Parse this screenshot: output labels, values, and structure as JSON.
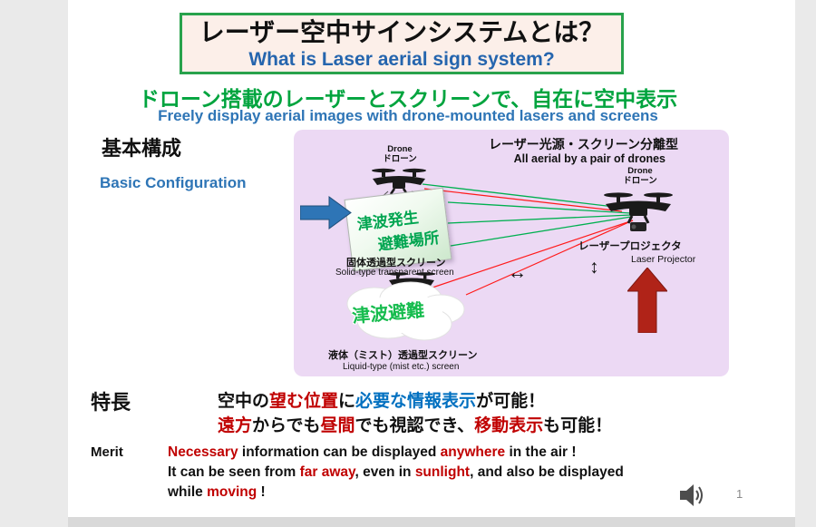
{
  "slide": {
    "page_number": "1"
  },
  "title": {
    "jp": "レーザー空中サインシステムとは？",
    "en": "What is Laser aerial sign system?"
  },
  "headline": {
    "jp": "ドローン搭載のレーザーとスクリーンで、自在に空中表示",
    "en": "Freely display aerial images with drone-mounted lasers and screens"
  },
  "section": {
    "jp": "基本構成",
    "en": "Basic Configuration"
  },
  "diagram": {
    "type_caption_jp": "レーザー光源・スクリーン分離型",
    "type_caption_en": "All aerial by a pair of drones",
    "drone_left_label_en": "Drone",
    "drone_left_label_jp": "ドローン",
    "drone_right_label_en": "Drone",
    "drone_right_label_jp": "ドローン",
    "solid_screen": {
      "message_line1": "津波発生",
      "message_line2": "避難場所",
      "label_jp": "固体透過型スクリーン",
      "label_en": "Solid-type transparent screen"
    },
    "projector_label_jp": "レーザープロジェクタ",
    "projector_label_en": "Laser Projector",
    "mist_screen": {
      "message": "津波避難",
      "label_jp": "液体（ミスト）透過型スクリーン",
      "label_en": "Liquid-type (mist etc.) screen"
    },
    "move_arrow_horizontal": "↔",
    "move_arrow_vertical": "↕",
    "colors": {
      "panel_background": "#ECD9F4",
      "laser_green": "#00B050",
      "laser_red": "#FF1A1A",
      "arrow_blue": "#2E75B6",
      "arrow_red": "#B02318",
      "screen_text_green": "#00A550",
      "accent_red": "#C00000",
      "accent_blue": "#0070C0",
      "headline_green": "#00A43E"
    }
  },
  "features": {
    "heading_jp": "特長",
    "heading_en": "Merit",
    "jp_line1": [
      {
        "text": "空中の",
        "color": "#111111"
      },
      {
        "text": "望む位置",
        "color": "#C00000"
      },
      {
        "text": "に",
        "color": "#111111"
      },
      {
        "text": "必要な情報表示",
        "color": "#0070C0"
      },
      {
        "text": "が可能！",
        "color": "#111111"
      }
    ],
    "jp_line2": [
      {
        "text": "遠方",
        "color": "#C00000"
      },
      {
        "text": "からでも",
        "color": "#111111"
      },
      {
        "text": "昼間",
        "color": "#C00000"
      },
      {
        "text": "でも視認でき、",
        "color": "#111111"
      },
      {
        "text": "移動表示",
        "color": "#C00000"
      },
      {
        "text": "も可能！",
        "color": "#111111"
      }
    ],
    "en_line1": [
      {
        "text": "Necessary",
        "color": "#C00000"
      },
      {
        "text": " information can be displayed ",
        "color": "#111111"
      },
      {
        "text": "anywhere",
        "color": "#C00000"
      },
      {
        "text": " in the air !",
        "color": "#111111"
      }
    ],
    "en_line2": [
      {
        "text": "It can be seen from ",
        "color": "#111111"
      },
      {
        "text": "far away",
        "color": "#C00000"
      },
      {
        "text": ",  even in ",
        "color": "#111111"
      },
      {
        "text": "sunlight",
        "color": "#C00000"
      },
      {
        "text": ", and also be displayed",
        "color": "#111111"
      }
    ],
    "en_line3": [
      {
        "text": "while ",
        "color": "#111111"
      },
      {
        "text": "moving",
        "color": "#C00000"
      },
      {
        "text": " !",
        "color": "#111111"
      }
    ]
  }
}
